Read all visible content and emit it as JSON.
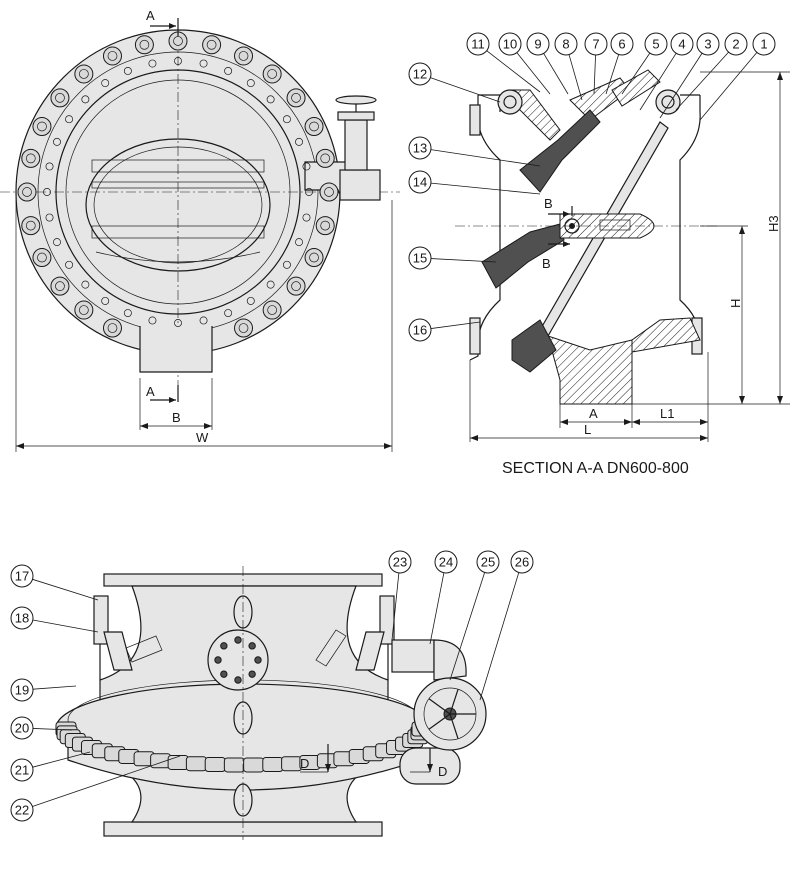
{
  "caption": "SECTION A-A  DN600-800",
  "dims": {
    "front_A_top": "A",
    "front_A_bottom": "A",
    "front_B": "B",
    "front_W": "W",
    "sec_B_top": "B",
    "sec_B_bottom": "B",
    "sec_H3": "H3",
    "sec_H": "H",
    "sec_A": "A",
    "sec_L1": "L1",
    "sec_L": "L",
    "bot_D_left": "D",
    "bot_D_right": "D"
  },
  "callouts": [
    "1",
    "2",
    "3",
    "4",
    "5",
    "6",
    "7",
    "8",
    "9",
    "10",
    "11",
    "12",
    "13",
    "14",
    "15",
    "16",
    "17",
    "18",
    "19",
    "20",
    "21",
    "22",
    "23",
    "24",
    "25",
    "26"
  ],
  "colors": {
    "line": "#1a1a1a",
    "fill": "#e6e6e6",
    "background": "#ffffff"
  }
}
